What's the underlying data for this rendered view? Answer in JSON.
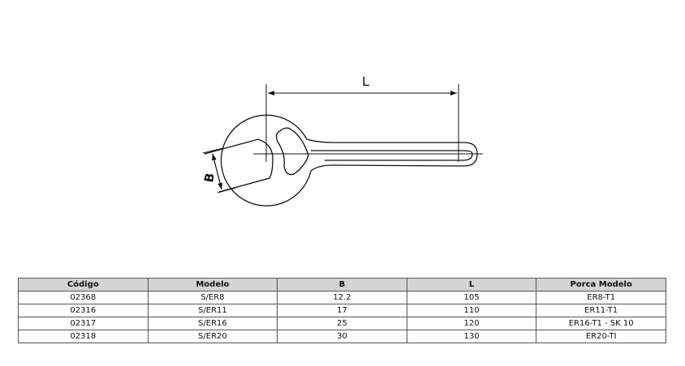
{
  "diagram": {
    "label_L": "L",
    "label_B": "B"
  },
  "table": {
    "headers": [
      "Código",
      "Modelo",
      "B",
      "L",
      "Porca Modelo"
    ],
    "rows": [
      [
        "02368",
        "S/ER8",
        "12.2",
        "105",
        "ER8-T1"
      ],
      [
        "02316",
        "S/ER11",
        "17",
        "110",
        "ER11-T1"
      ],
      [
        "02317",
        "S/ER16",
        "25",
        "120",
        "ER16-T1 - SK 10"
      ],
      [
        "02318",
        "S/ER20",
        "30",
        "130",
        "ER20-TI"
      ]
    ]
  }
}
